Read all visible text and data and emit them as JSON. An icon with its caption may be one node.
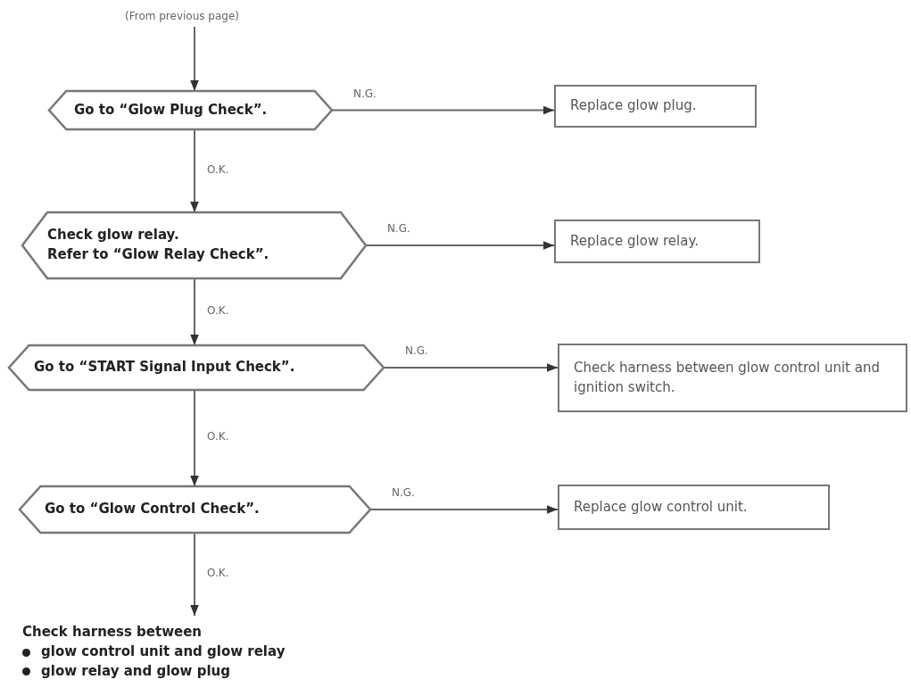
{
  "diagram": {
    "nodes": [
      {
        "text": [
          "(From previous page)"
        ]
      },
      {
        "text": [
          "Go to “Glow Plug Check”."
        ]
      },
      {
        "text": [
          "Replace glow plug."
        ]
      },
      {
        "text": [
          "Check glow relay.",
          "Refer to “Glow Relay Check”."
        ]
      },
      {
        "text": [
          "Replace glow relay."
        ]
      },
      {
        "text": [
          "Go to “START Signal Input Check”."
        ]
      },
      {
        "text": [
          "Check harness between glow control unit and ignition switch."
        ]
      },
      {
        "text": [
          "Go to “Glow Control Check”."
        ]
      },
      {
        "text": [
          "Replace glow control unit."
        ]
      },
      {
        "text": [
          "Check harness between",
          "glow control unit and glow relay",
          "glow relay and glow plug"
        ]
      }
    ],
    "edges": [
      {
        "from": 0,
        "to": 1,
        "arrow": "to"
      },
      {
        "from": 1,
        "to": 2,
        "arrow": "to",
        "label": "N.G."
      },
      {
        "from": 1,
        "to": 3,
        "arrow": "to",
        "label": "O.K."
      },
      {
        "from": 3,
        "to": 4,
        "arrow": "to",
        "label": "N.G."
      },
      {
        "from": 3,
        "to": 5,
        "arrow": "to",
        "label": "O.K."
      },
      {
        "from": 5,
        "to": 6,
        "arrow": "to",
        "label": "N.G."
      },
      {
        "from": 5,
        "to": 7,
        "arrow": "to",
        "label": "O.K."
      },
      {
        "from": 7,
        "to": 8,
        "arrow": "to",
        "label": "N.G."
      },
      {
        "from": 7,
        "to": 9,
        "arrow": "to",
        "label": "O.K."
      }
    ]
  }
}
